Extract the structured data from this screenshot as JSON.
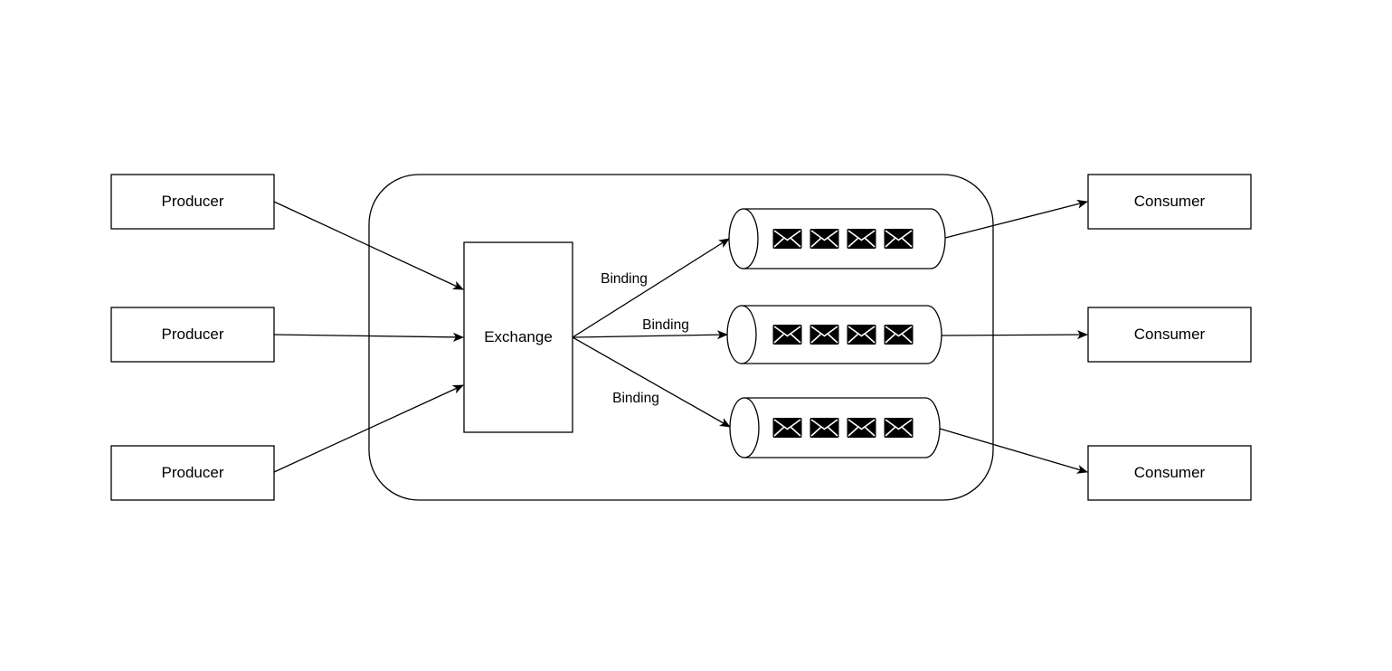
{
  "producers": [
    {
      "label": "Producer"
    },
    {
      "label": "Producer"
    },
    {
      "label": "Producer"
    }
  ],
  "exchange": {
    "label": "Exchange"
  },
  "bindings": [
    {
      "label": "Binding"
    },
    {
      "label": "Binding"
    },
    {
      "label": "Binding"
    }
  ],
  "queues": [
    {
      "messages": 4,
      "icon": "envelope-icon"
    },
    {
      "messages": 4,
      "icon": "envelope-icon"
    },
    {
      "messages": 4,
      "icon": "envelope-icon"
    }
  ],
  "consumers": [
    {
      "label": "Consumer"
    },
    {
      "label": "Consumer"
    },
    {
      "label": "Consumer"
    }
  ]
}
